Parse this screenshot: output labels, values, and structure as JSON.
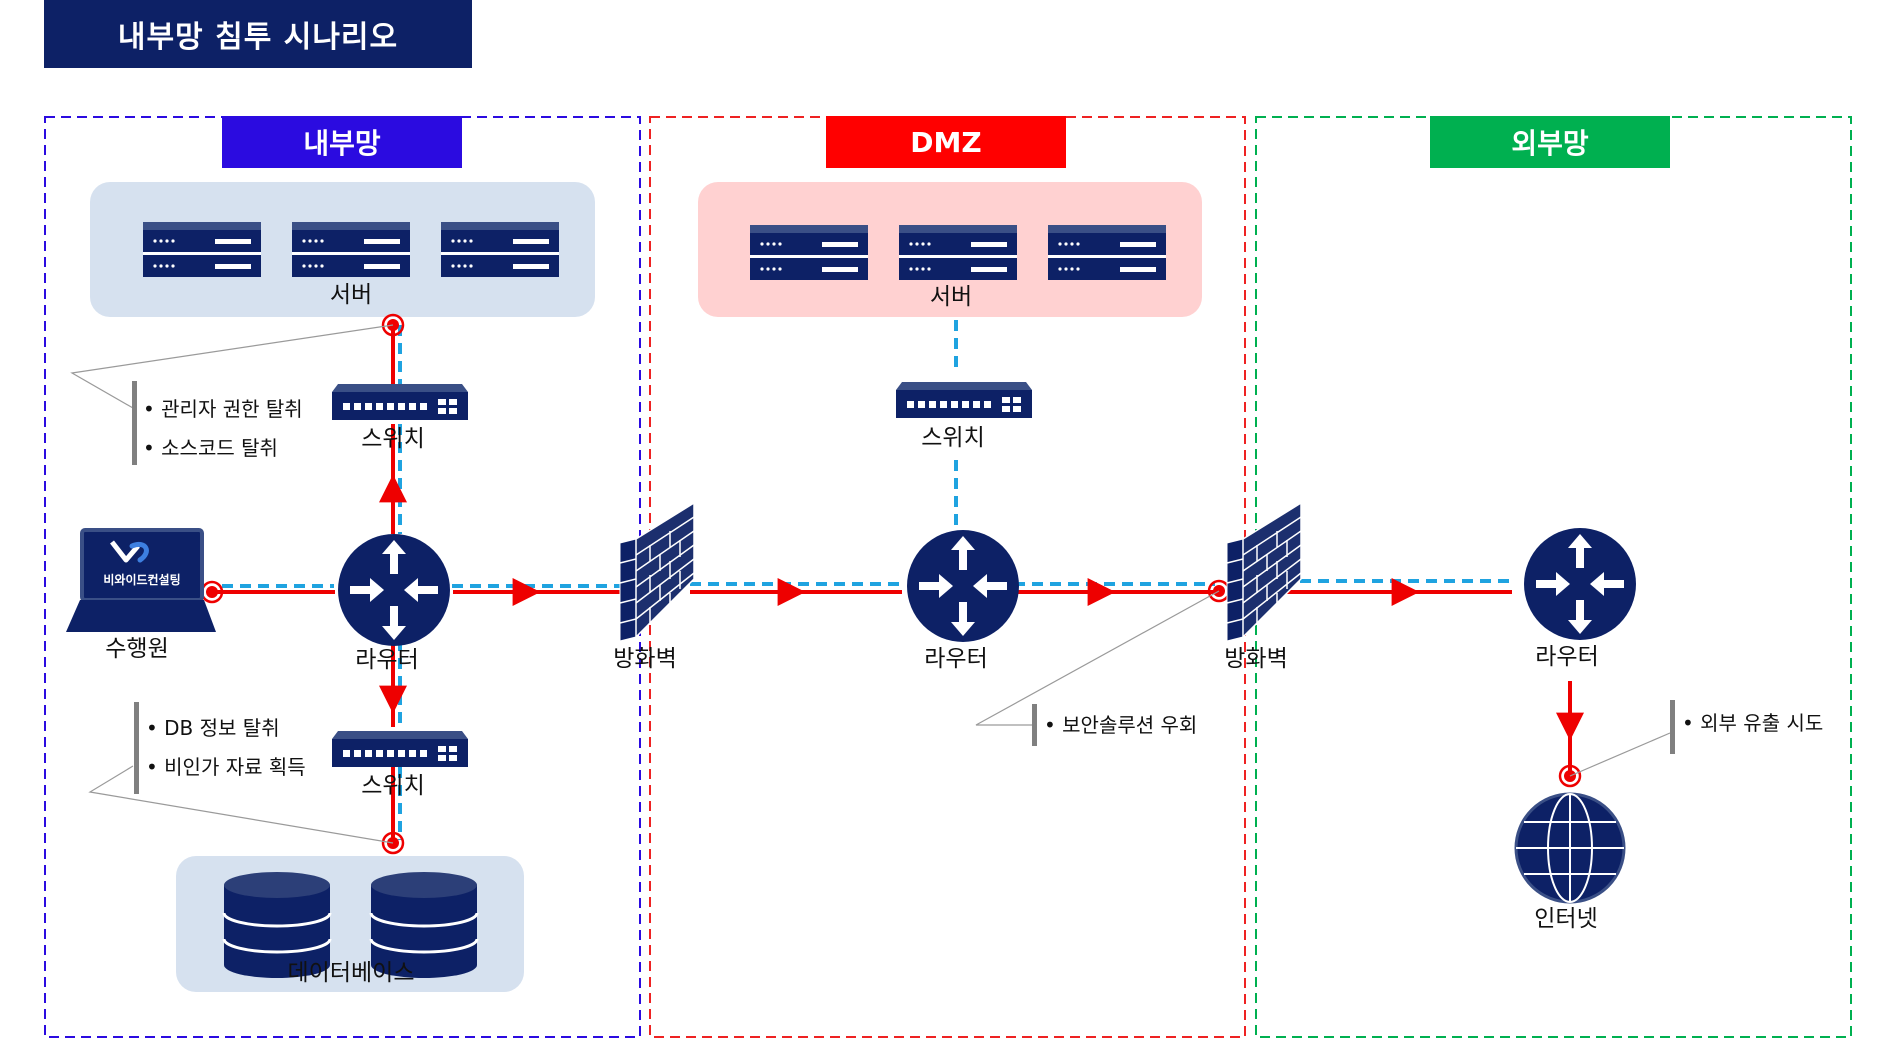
{
  "title": "내부망 침투 시나리오",
  "zones": {
    "internal": {
      "label": "내부망",
      "color": "#2b0be0"
    },
    "dmz": {
      "label": "DMZ",
      "color": "#ff0000"
    },
    "external": {
      "label": "외부망",
      "color": "#00b050"
    }
  },
  "labels": {
    "internal_server": "서버",
    "internal_switch_top": "스위치",
    "internal_switch_bottom": "스위치",
    "internal_router": "라우터",
    "operator": "수행원",
    "laptop_logo": "비와이드컨설팅",
    "database": "데이터베이스",
    "firewall1": "방화벽",
    "dmz_server": "서버",
    "dmz_switch": "스위치",
    "dmz_router": "라우터",
    "firewall2": "방화벽",
    "ext_router": "라우터",
    "internet": "인터넷"
  },
  "notes": {
    "server_note": [
      "관리자 권한 탈취",
      "소스코드 탈취"
    ],
    "db_note": [
      "DB 정보 탈취",
      "비인가 자료 획득"
    ],
    "firewall_note": [
      "보안솔루션 우회"
    ],
    "internet_note": [
      "외부 유출 시도"
    ]
  },
  "colors": {
    "navy": "#0d2166",
    "attack_path": "#ee0000",
    "network_link": "#1fa3e0",
    "internal_panel": "#d6e1ef",
    "dmz_panel": "#ffd1d1",
    "note_bar": "#808080"
  },
  "icons": {
    "router": "router-icon",
    "switch": "switch-icon",
    "server": "server-rack-icon",
    "firewall": "firewall-brick-icon",
    "database": "database-cylinder-icon",
    "laptop": "laptop-icon",
    "globe": "globe-icon"
  }
}
